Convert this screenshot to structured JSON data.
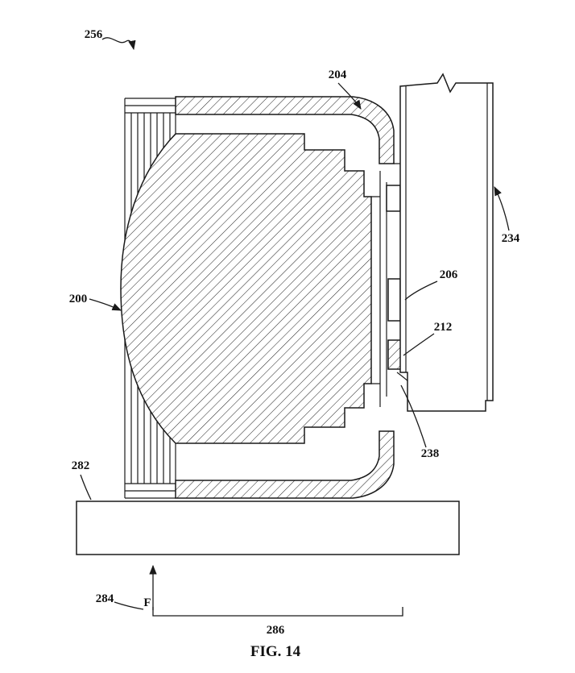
{
  "figure": {
    "caption": "FIG. 14",
    "ref_labels": {
      "r256": "256",
      "r204": "204",
      "r234": "234",
      "r200": "200",
      "r206": "206",
      "r212": "212",
      "r282": "282",
      "r238": "238",
      "r284": "284",
      "force": "F",
      "r286": "286"
    },
    "colors": {
      "ink": "#1a1a1a",
      "paper": "#ffffff"
    }
  }
}
